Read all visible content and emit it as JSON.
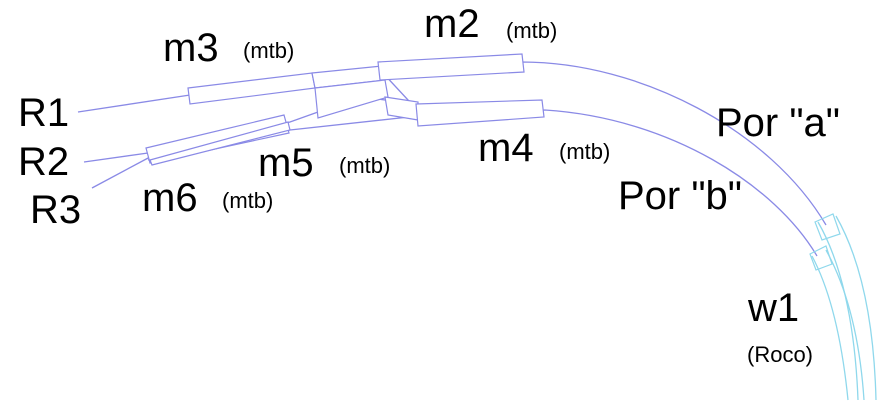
{
  "labels": {
    "r1": "R1",
    "r2": "R2",
    "r3": "R3",
    "m2": "m2",
    "m2_type": "(mtb)",
    "m3": "m3",
    "m3_type": "(mtb)",
    "m4": "m4",
    "m4_type": "(mtb)",
    "m5": "m5",
    "m5_type": "(mtb)",
    "m6": "m6",
    "m6_type": "(mtb)",
    "por_a": "Por \"a\"",
    "por_b": "Por \"b\"",
    "w1": "w1",
    "w1_type": "(Roco)"
  },
  "colors": {
    "track": "#8a8ae6",
    "turnout_w1": "#8fd8ec",
    "text": "#000000"
  }
}
